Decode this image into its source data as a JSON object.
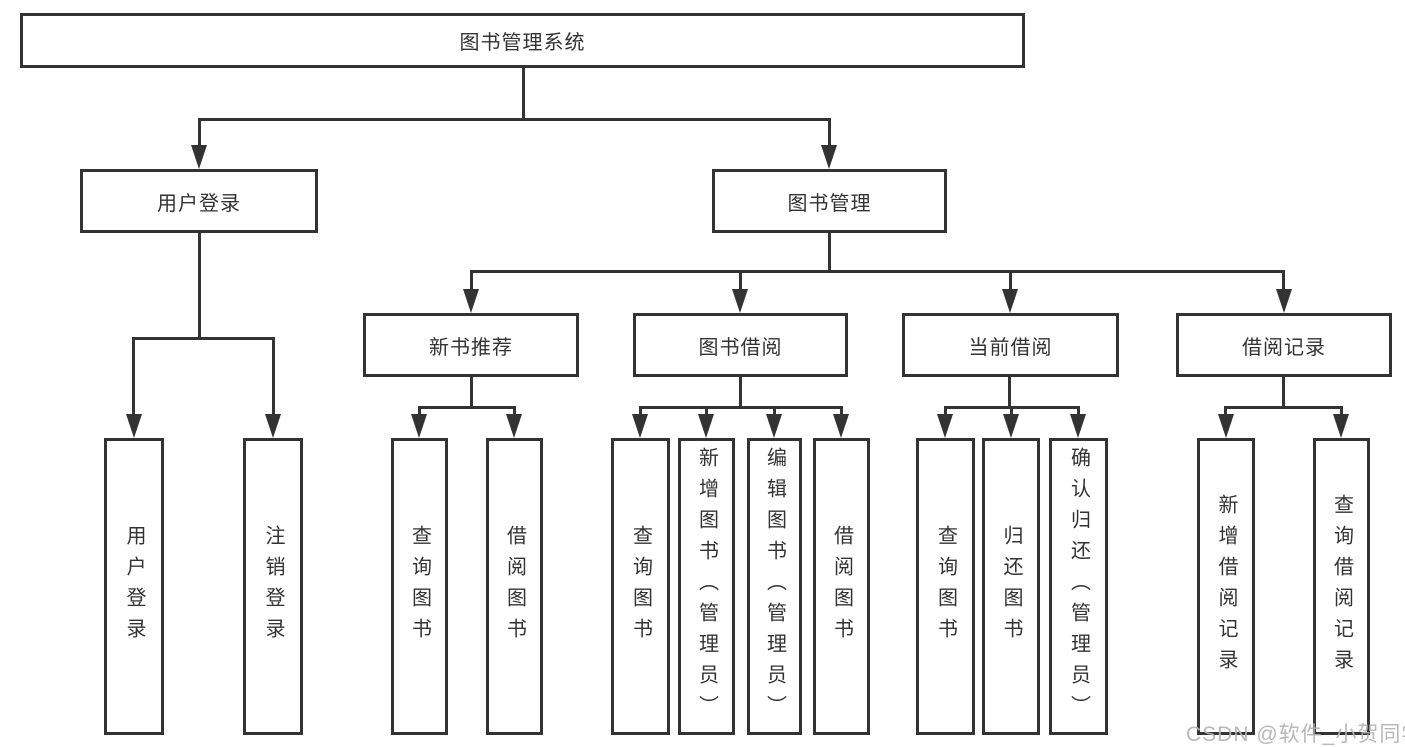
{
  "tree": {
    "label": "图书管理系统",
    "children": [
      {
        "label": "用户登录",
        "children": [
          {
            "label": "用户登录"
          },
          {
            "label": "注销登录"
          }
        ]
      },
      {
        "label": "图书管理",
        "children": [
          {
            "label": "新书推荐",
            "children": [
              {
                "label": "查询图书"
              },
              {
                "label": "借阅图书"
              }
            ]
          },
          {
            "label": "图书借阅",
            "children": [
              {
                "label": "查询图书"
              },
              {
                "label": "新增图书（管理员）"
              },
              {
                "label": "编辑图书（管理员）"
              },
              {
                "label": "借阅图书"
              }
            ]
          },
          {
            "label": "当前借阅",
            "children": [
              {
                "label": "查询图书"
              },
              {
                "label": "归还图书"
              },
              {
                "label": "确认归还（管理员）"
              }
            ]
          },
          {
            "label": "借阅记录",
            "children": [
              {
                "label": "新增借阅记录"
              },
              {
                "label": "查询借阅记录"
              }
            ]
          }
        ]
      }
    ]
  },
  "watermark": {
    "text": "CSDN @软件_小贺同学"
  },
  "colors": {
    "line": "#333333",
    "text": "#333333",
    "watermark": "#b3b3b3",
    "background": "#ffffff"
  }
}
